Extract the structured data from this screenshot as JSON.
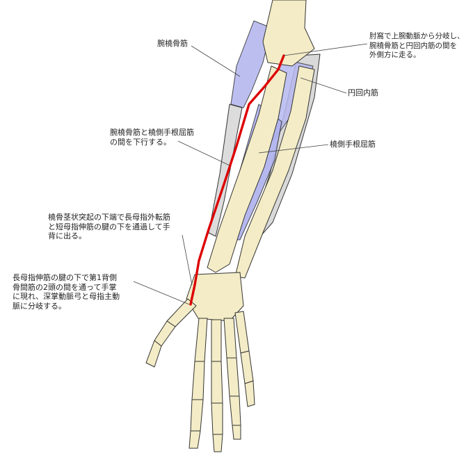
{
  "labels": {
    "brachioradialis": "腕橈骨筋",
    "origin_note": "肘窩で上腕動脈から分岐し、\n腕橈骨筋と円回内筋の間を\n外側方に走る。",
    "pronator_teres": "円回内筋",
    "between_note": "腕橈骨筋と橈側手根屈筋\nの間を下行する。",
    "flexor_carpi_radialis": "橈側手根屈筋",
    "styloid_note": "橈骨茎状突起の下端で長母指外転筋\nと短母指伸筋の腱の下を通過して手\n背に出る。",
    "dorsal_note": "長母指伸筋の腱の下で第1背側\n骨間筋の2頭の間を通って手掌\nに現れ、深掌動脈弓と母指主動\n脈に分岐する。"
  },
  "colors": {
    "bone_fill": "#f3ecc6",
    "muscle_fill": "#b6b8ef",
    "tendon_fill": "#d9d9d9",
    "artery": "#dd0000",
    "outline": "#333333"
  }
}
